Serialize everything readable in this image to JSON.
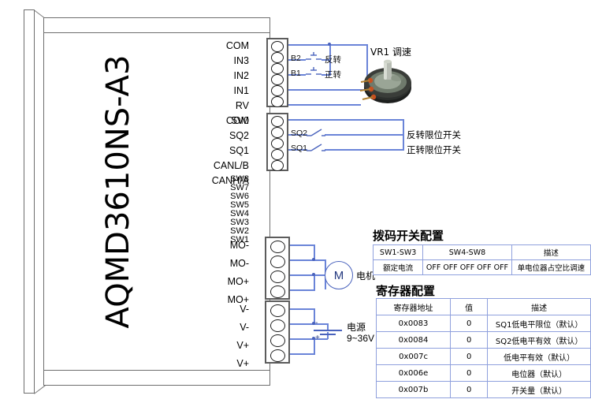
{
  "device": {
    "model": "AQMD3610NS-A3"
  },
  "terminals": {
    "block1": [
      "COM",
      "IN3",
      "IN2",
      "IN1",
      "RV",
      "5V0"
    ],
    "block2": [
      "COM",
      "SQ2",
      "SQ1",
      "CANL/B",
      "CANH/A"
    ],
    "dip_switch_labels": [
      "SW8",
      "SW7",
      "SW6",
      "SW5",
      "SW4",
      "SW3",
      "SW2",
      "SW1"
    ],
    "block3": [
      "MO-",
      "MO-",
      "MO+",
      "MO+"
    ],
    "block4": [
      "V-",
      "V-",
      "V+",
      "V+"
    ]
  },
  "schematic": {
    "button_reverse_ref": "B2",
    "button_reverse_label": "反转",
    "button_forward_ref": "B1",
    "button_forward_label": "正转",
    "pot_label": "VR1  调速",
    "limit_sq2_ref": "SQ2",
    "limit_sq2_label": "反转限位开关",
    "limit_sq1_ref": "SQ1",
    "limit_sq1_label": "正转限位开关",
    "motor_symbol": "M",
    "motor_label": "电机",
    "power_label": "电源",
    "power_range": "9~36V",
    "battery_plus": "+",
    "battery_minus": "-"
  },
  "dip_table": {
    "title": "拨码开关配置",
    "headers": [
      "SW1-SW3",
      "SW4-SW8",
      "描述"
    ],
    "rows": [
      [
        "额定电流",
        "OFF OFF OFF OFF OFF",
        "单电位器占空比调速"
      ]
    ]
  },
  "register_table": {
    "title": "寄存器配置",
    "headers": [
      "寄存器地址",
      "值",
      "描述"
    ],
    "rows": [
      [
        "0x0083",
        "0",
        "SQ1低电平限位（默认）"
      ],
      [
        "0x0084",
        "0",
        "SQ2低电平有效（默认）"
      ],
      [
        "0x007c",
        "0",
        "低电平有效（默认）"
      ],
      [
        "0x006e",
        "0",
        "电位器（默认）"
      ],
      [
        "0x007b",
        "0",
        "开关量（默认）"
      ]
    ]
  },
  "colors": {
    "wire": "#6a84d8",
    "table_border": "#8fa0dd",
    "case_outline": "#6e6e6e",
    "terminal_outline": "#5c5c5c"
  }
}
